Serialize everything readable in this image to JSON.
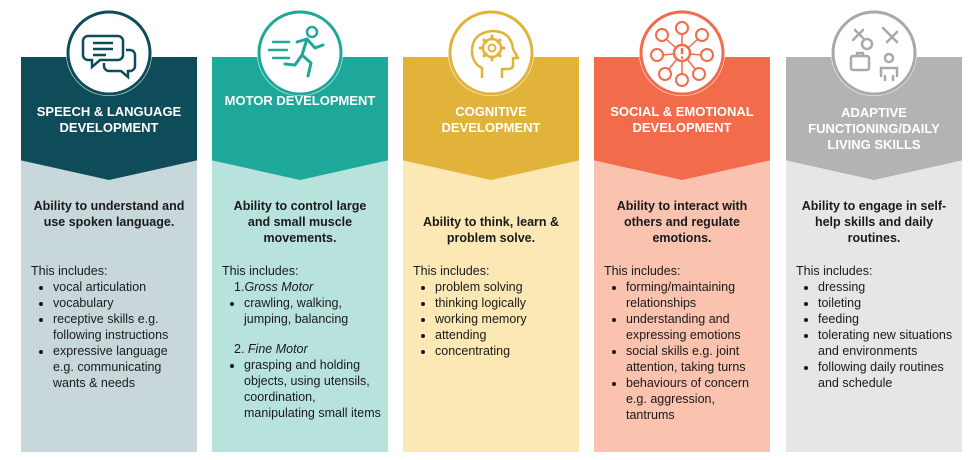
{
  "colors": {
    "speech_header": "#0e4c5a",
    "speech_body": "#c8d8da",
    "motor_header": "#1ea89a",
    "motor_body": "#b8e2dc",
    "cognitive_header": "#e2b33a",
    "cognitive_body": "#fbe8b4",
    "social_header": "#f26b4a",
    "social_body": "#f9c3b0",
    "adaptive_header": "#b3b3b3",
    "adaptive_body": "#e6e6e6"
  },
  "columns": [
    {
      "icon": "speech-bubbles-icon",
      "title": "SPEECH & LANGUAGE\nDEVELOPMENT",
      "lead": "Ability to understand and use spoken language.",
      "includes_label": "This includes:",
      "items": [
        "vocal articulation",
        "vocabulary",
        "receptive skills e.g. following instructions",
        "expressive language e.g. communicating wants & needs"
      ]
    },
    {
      "icon": "running-person-icon",
      "title": "MOTOR DEVELOPMENT",
      "lead": "Ability to control large and small muscle movements.",
      "includes_label": "This includes:",
      "sub1_num": "1.",
      "sub1_label": "Gross Motor",
      "sub1_items": [
        "crawling, walking, jumping, balancing"
      ],
      "sub2_num": "2.",
      "sub2_label": "Fine Motor",
      "sub2_items": [
        "grasping and holding objects, using utensils, coordination, manipulating small items"
      ]
    },
    {
      "icon": "head-gear-icon",
      "title": "COGNITIVE\nDEVELOPMENT",
      "lead": "Ability to think, learn & problem solve.",
      "includes_label": "This includes:",
      "items": [
        "problem solving",
        "thinking logically",
        "working memory",
        "attending",
        "concentrating"
      ]
    },
    {
      "icon": "emotions-network-icon",
      "title": "SOCIAL & EMOTIONAL\nDEVELOPMENT",
      "lead": "Ability to interact with others and regulate emotions.",
      "includes_label": "This includes:",
      "items": [
        "forming/maintaining relationships",
        "understanding and expressing emotions",
        "social skills e.g. joint attention, taking turns",
        "behaviours of concern e.g. aggression, tantrums"
      ]
    },
    {
      "icon": "daily-living-icon",
      "title": "ADAPTIVE\nFUNCTIONING/DAILY\nLIVING SKILLS",
      "lead": "Ability to engage in self-help skills and daily routines.",
      "includes_label": "This includes:",
      "items": [
        "dressing",
        "toileting",
        "feeding",
        "tolerating new situations and environments",
        "following daily routines and schedule"
      ]
    }
  ]
}
